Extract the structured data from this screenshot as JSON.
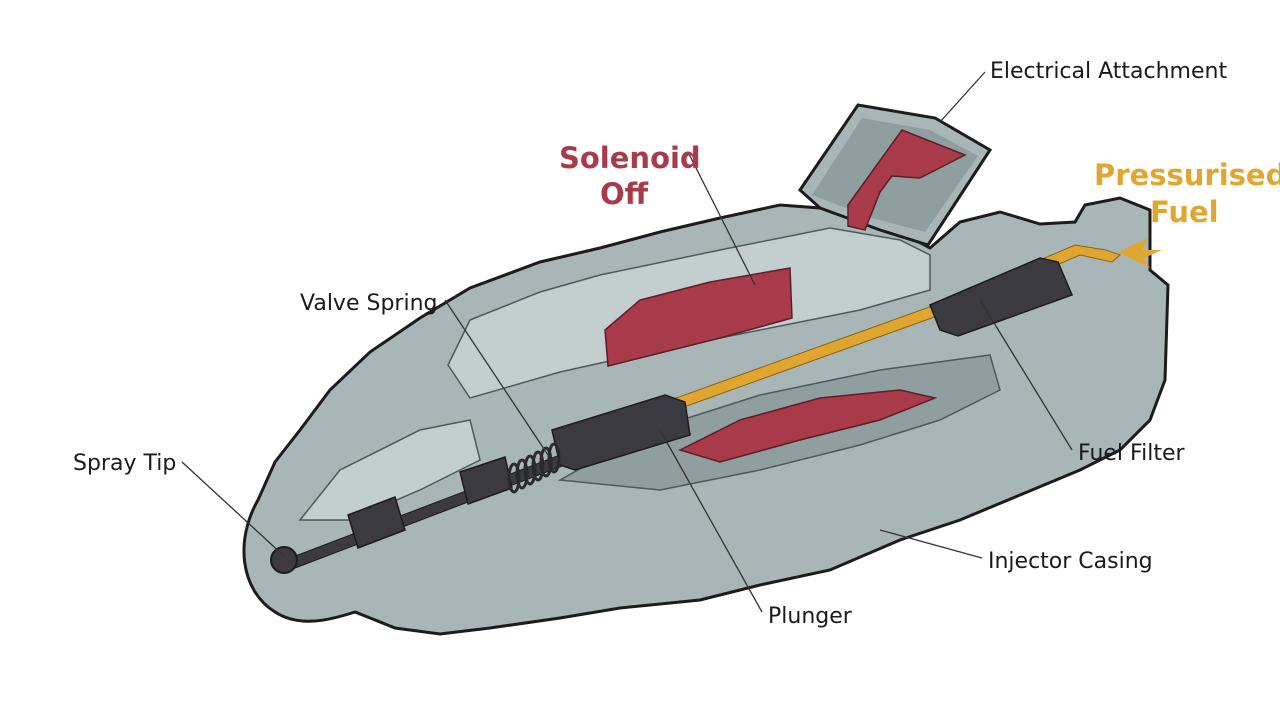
{
  "labels": {
    "electrical_attachment": "Electrical Attachment",
    "solenoid_line1": "Solenoid",
    "solenoid_line2": "Off",
    "pressurised_line1": "Pressurised",
    "pressurised_line2": "Fuel",
    "valve_spring": "Valve Spring",
    "spray_tip": "Spray Tip",
    "fuel_filter": "Fuel Filter",
    "injector_casing": "Injector Casing",
    "plunger": "Plunger"
  },
  "colors": {
    "casing": "#a9b6b7",
    "casing_light": "#c3cecf",
    "casing_dark": "#7f8f90",
    "solenoid": "#a83a4a",
    "fuel": "#e0a630",
    "plunger": "#3a3a40",
    "outline": "#1c1c1c",
    "solenoid_text": "#a83a4a",
    "fuel_text": "#e0a630"
  }
}
